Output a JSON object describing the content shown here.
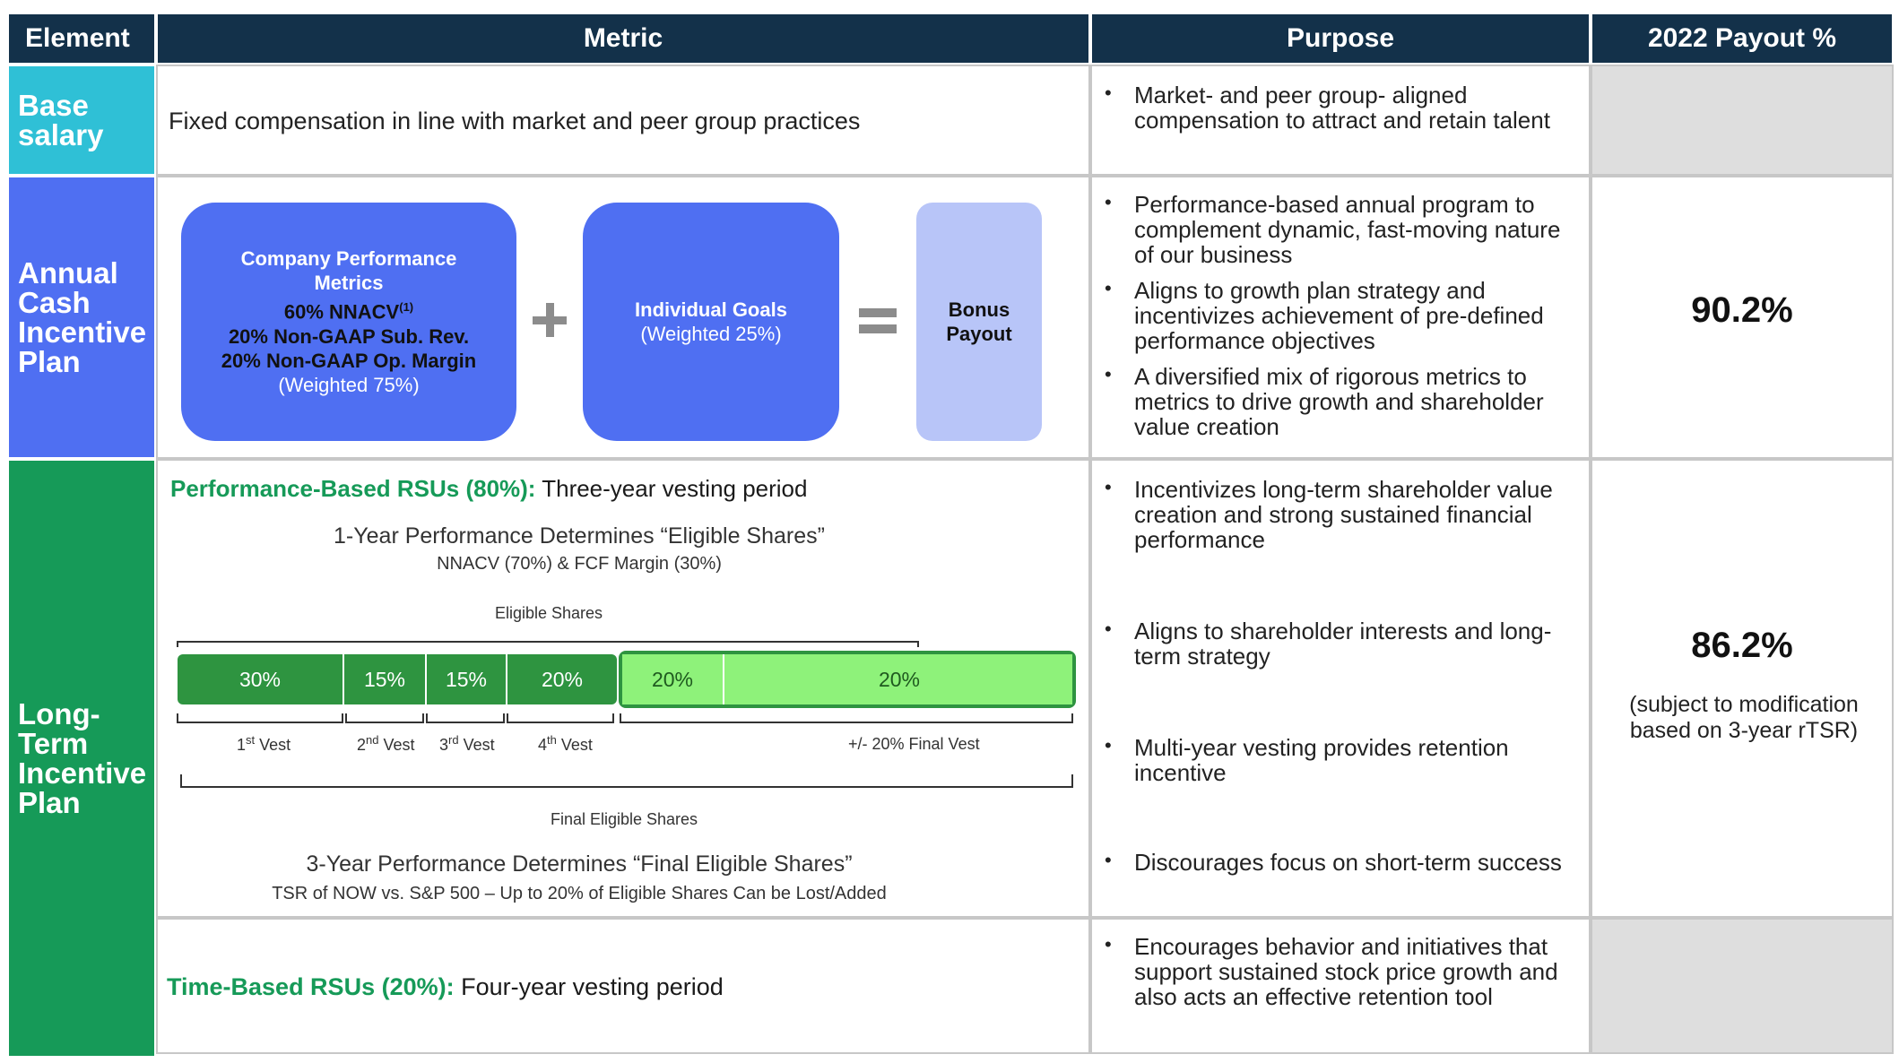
{
  "headers": {
    "element": "Element",
    "metric": "Metric",
    "purpose": "Purpose",
    "payout": "2022 Payout %"
  },
  "base_salary": {
    "element": "Base salary",
    "metric": "Fixed compensation in line with market and peer group practices",
    "purpose": [
      "Market- and peer group- aligned compensation to attract and retain talent"
    ]
  },
  "aci": {
    "element": "Annual Cash Incentive Plan",
    "box1": {
      "title": "Company Performance Metrics",
      "line1_prefix": "60% NNACV",
      "line1_sup": "(1)",
      "line2": "20% Non-GAAP Sub. Rev.",
      "line3": "20% Non-GAAP Op. Margin",
      "weight": "(Weighted 75%)"
    },
    "plus": "+",
    "box2": {
      "title": "Individual Goals",
      "weight": "(Weighted 25%)"
    },
    "equals": "=",
    "box3": {
      "line1": "Bonus",
      "line2": "Payout"
    },
    "purpose": [
      "Performance-based annual program to complement dynamic, fast-moving nature of our business",
      "Aligns to growth plan strategy and incentivizes achievement of pre-defined performance objectives",
      "A diversified mix of rigorous metrics to metrics to drive growth and shareholder value creation"
    ],
    "payout": "90.2%"
  },
  "lti": {
    "element": "Long-Term Incentive Plan",
    "psu_label": "Performance-Based RSUs (80%):",
    "psu_desc": " Three-year vesting period",
    "one_year_title": "1-Year Performance Determines “Eligible Shares”",
    "one_year_sub": "NNACV (70%) & FCF Margin (30%)",
    "eligible_label": "Eligible Shares",
    "segments": [
      "30%",
      "15%",
      "15%",
      "20%",
      "20%",
      "20%"
    ],
    "segment_fractions": [
      0.3,
      0.15,
      0.15,
      0.2,
      0.2,
      0.2
    ],
    "vests": [
      {
        "ord": "1",
        "sup": "st",
        "label": " Vest"
      },
      {
        "ord": "2",
        "sup": "nd",
        "label": " Vest"
      },
      {
        "ord": "3",
        "sup": "rd",
        "label": " Vest"
      },
      {
        "ord": "4",
        "sup": "th",
        "label": " Vest"
      }
    ],
    "final_vest": "+/- 20% Final Vest",
    "final_eligible_label": "Final Eligible Shares",
    "three_year_title": "3-Year Performance Determines “Final Eligible Shares”",
    "three_year_sub": "TSR of NOW vs. S&P 500 – Up to 20% of Eligible Shares Can be Lost/Added",
    "purpose_psu": [
      "Incentivizes long-term shareholder value creation and strong sustained financial performance",
      "Aligns to shareholder interests and long-term strategy",
      "Multi-year vesting provides retention incentive",
      "Discourages focus on short-term success"
    ],
    "payout": "86.2%",
    "payout_note": "(subject to modification based on 3-year rTSR)",
    "rsu_label": "Time-Based RSUs (20%):",
    "rsu_desc": " Four-year vesting period",
    "purpose_rsu": [
      "Encourages behavior and initiatives that support sustained stock price growth and also acts an effective retention tool"
    ]
  },
  "colors": {
    "header": "#13314a",
    "base_salary": "#2fc0d6",
    "aci": "#4f6ff2",
    "lti": "#169a58",
    "payout_empty": "#dedede"
  }
}
